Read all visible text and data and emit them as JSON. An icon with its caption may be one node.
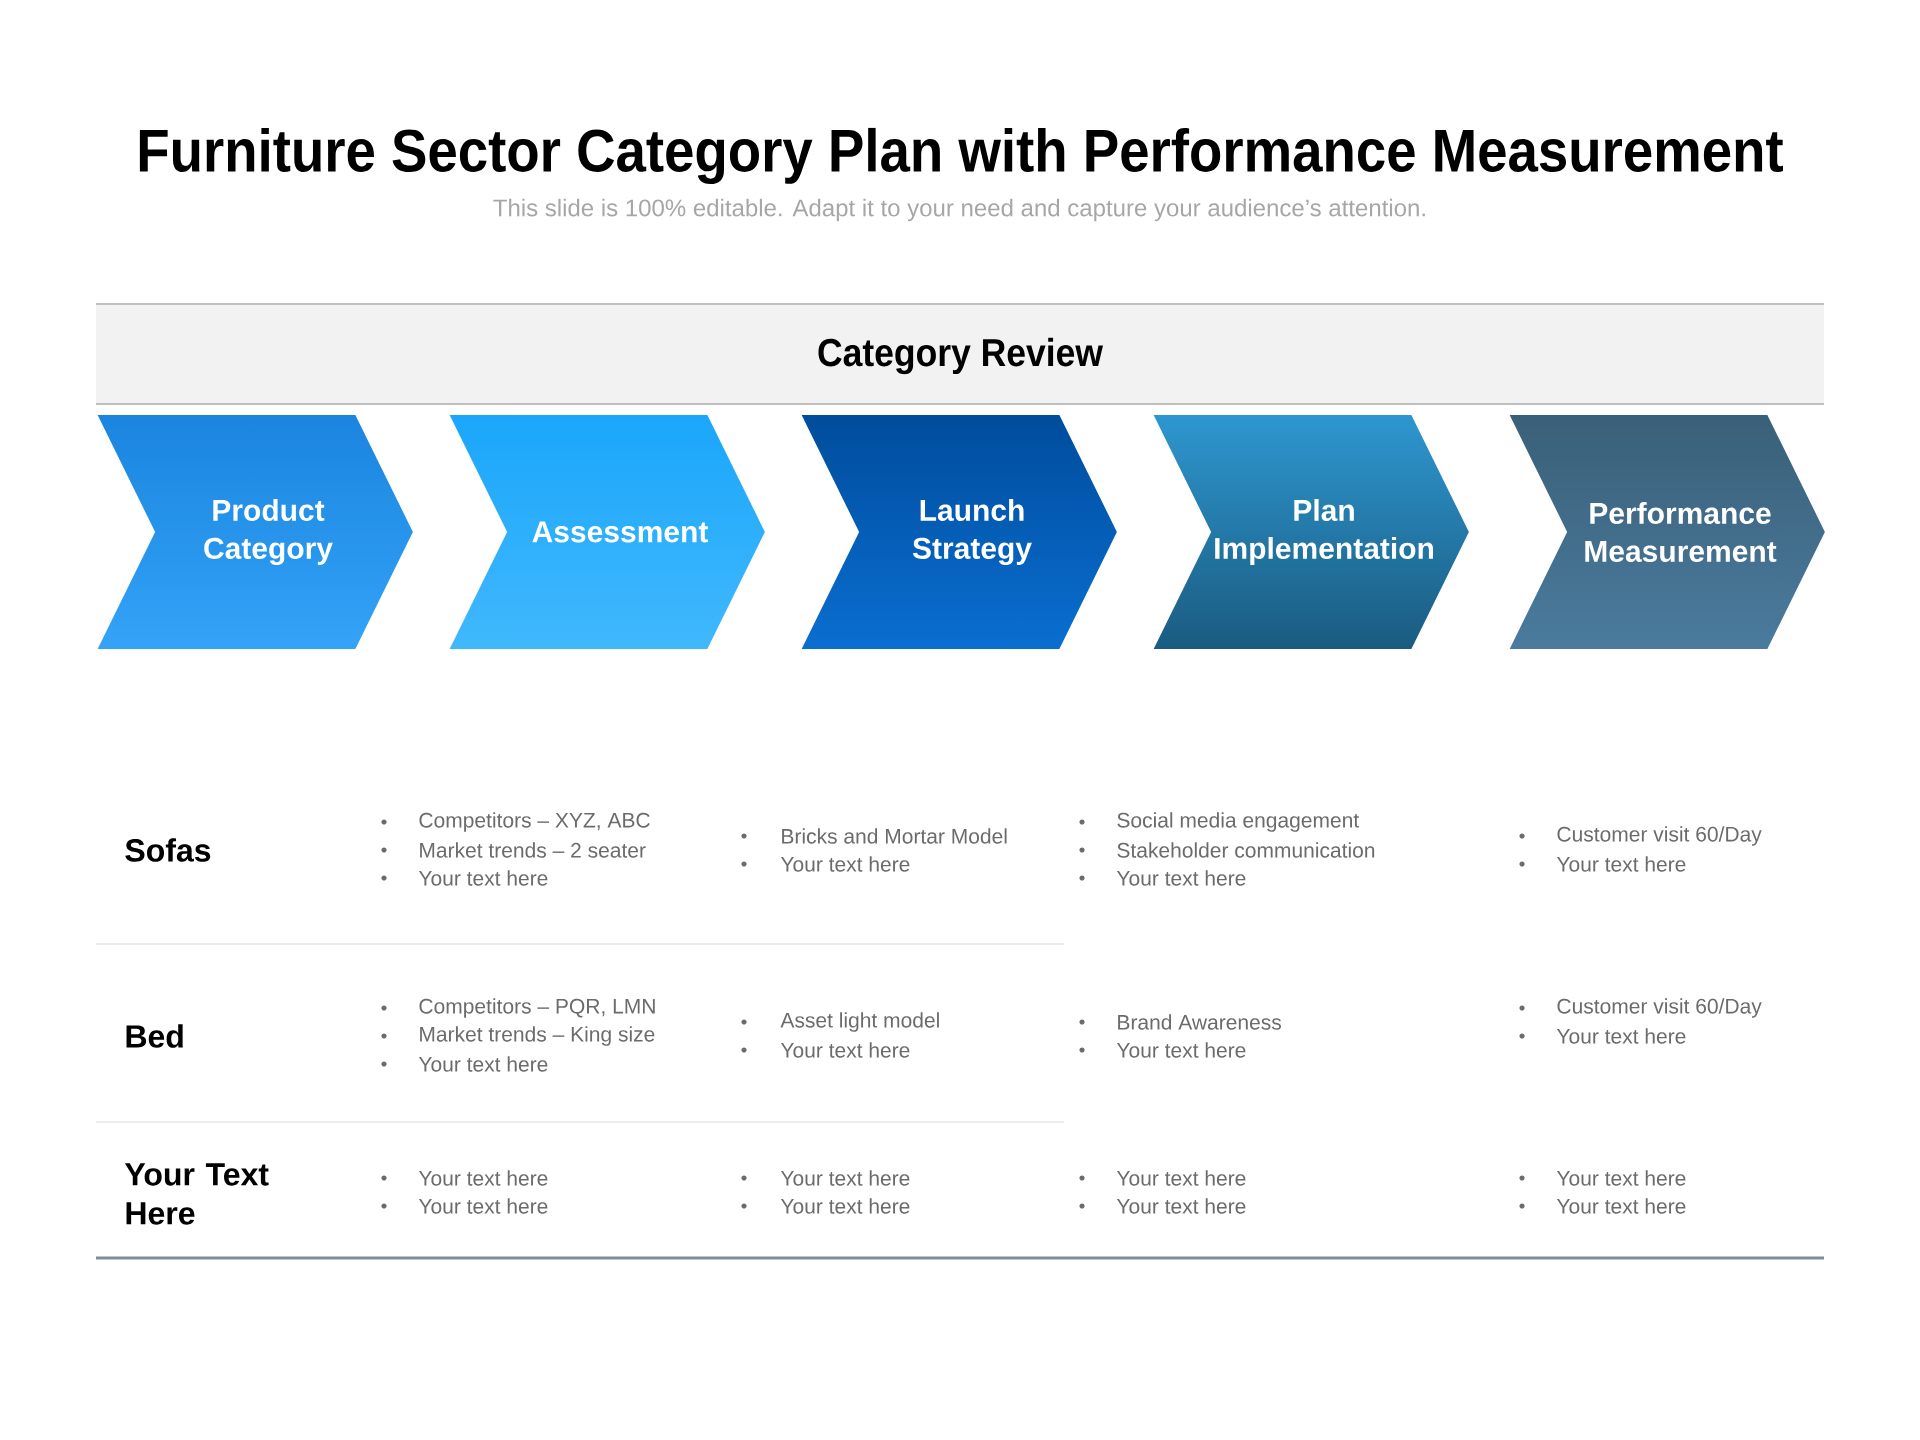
{
  "diagram": {
    "title": "Furniture Sector Category Plan with Performance Measurement",
    "nodes": [
      {
        "text": [
          "Category Review"
        ]
      },
      {
        "text": [
          "Product Category"
        ]
      },
      {
        "text": [
          "Assessment"
        ]
      },
      {
        "text": [
          "Launch Strategy"
        ]
      },
      {
        "text": [
          "Plan Implementation"
        ]
      },
      {
        "text": [
          "Performance Measurement"
        ]
      }
    ],
    "labels": [
      "This slide is 100% editable. Adapt it to your need and capture your audience’s attention.",
      "Sofas",
      "Competitors – XYZ, ABC",
      "Market trends – 2 seater",
      "Your text here",
      "Bricks and Mortar Model",
      "Your text here",
      "Social media engagement",
      "Stakeholder communication",
      "Your text here",
      "Customer visit 60/Day",
      "Your text here",
      "Bed",
      "Competitors – PQR, LMN",
      "Market trends – King size",
      "Your text here",
      "Asset light model",
      "Your text here",
      "Brand Awareness",
      "Your text here",
      "Customer visit 60/Day",
      "Your text here",
      "Your Text Here",
      "Your text here",
      "Your text here",
      "Your text here",
      "Your text here",
      "Your text here",
      "Your text here",
      "Your text here",
      "Your text here"
    ]
  }
}
